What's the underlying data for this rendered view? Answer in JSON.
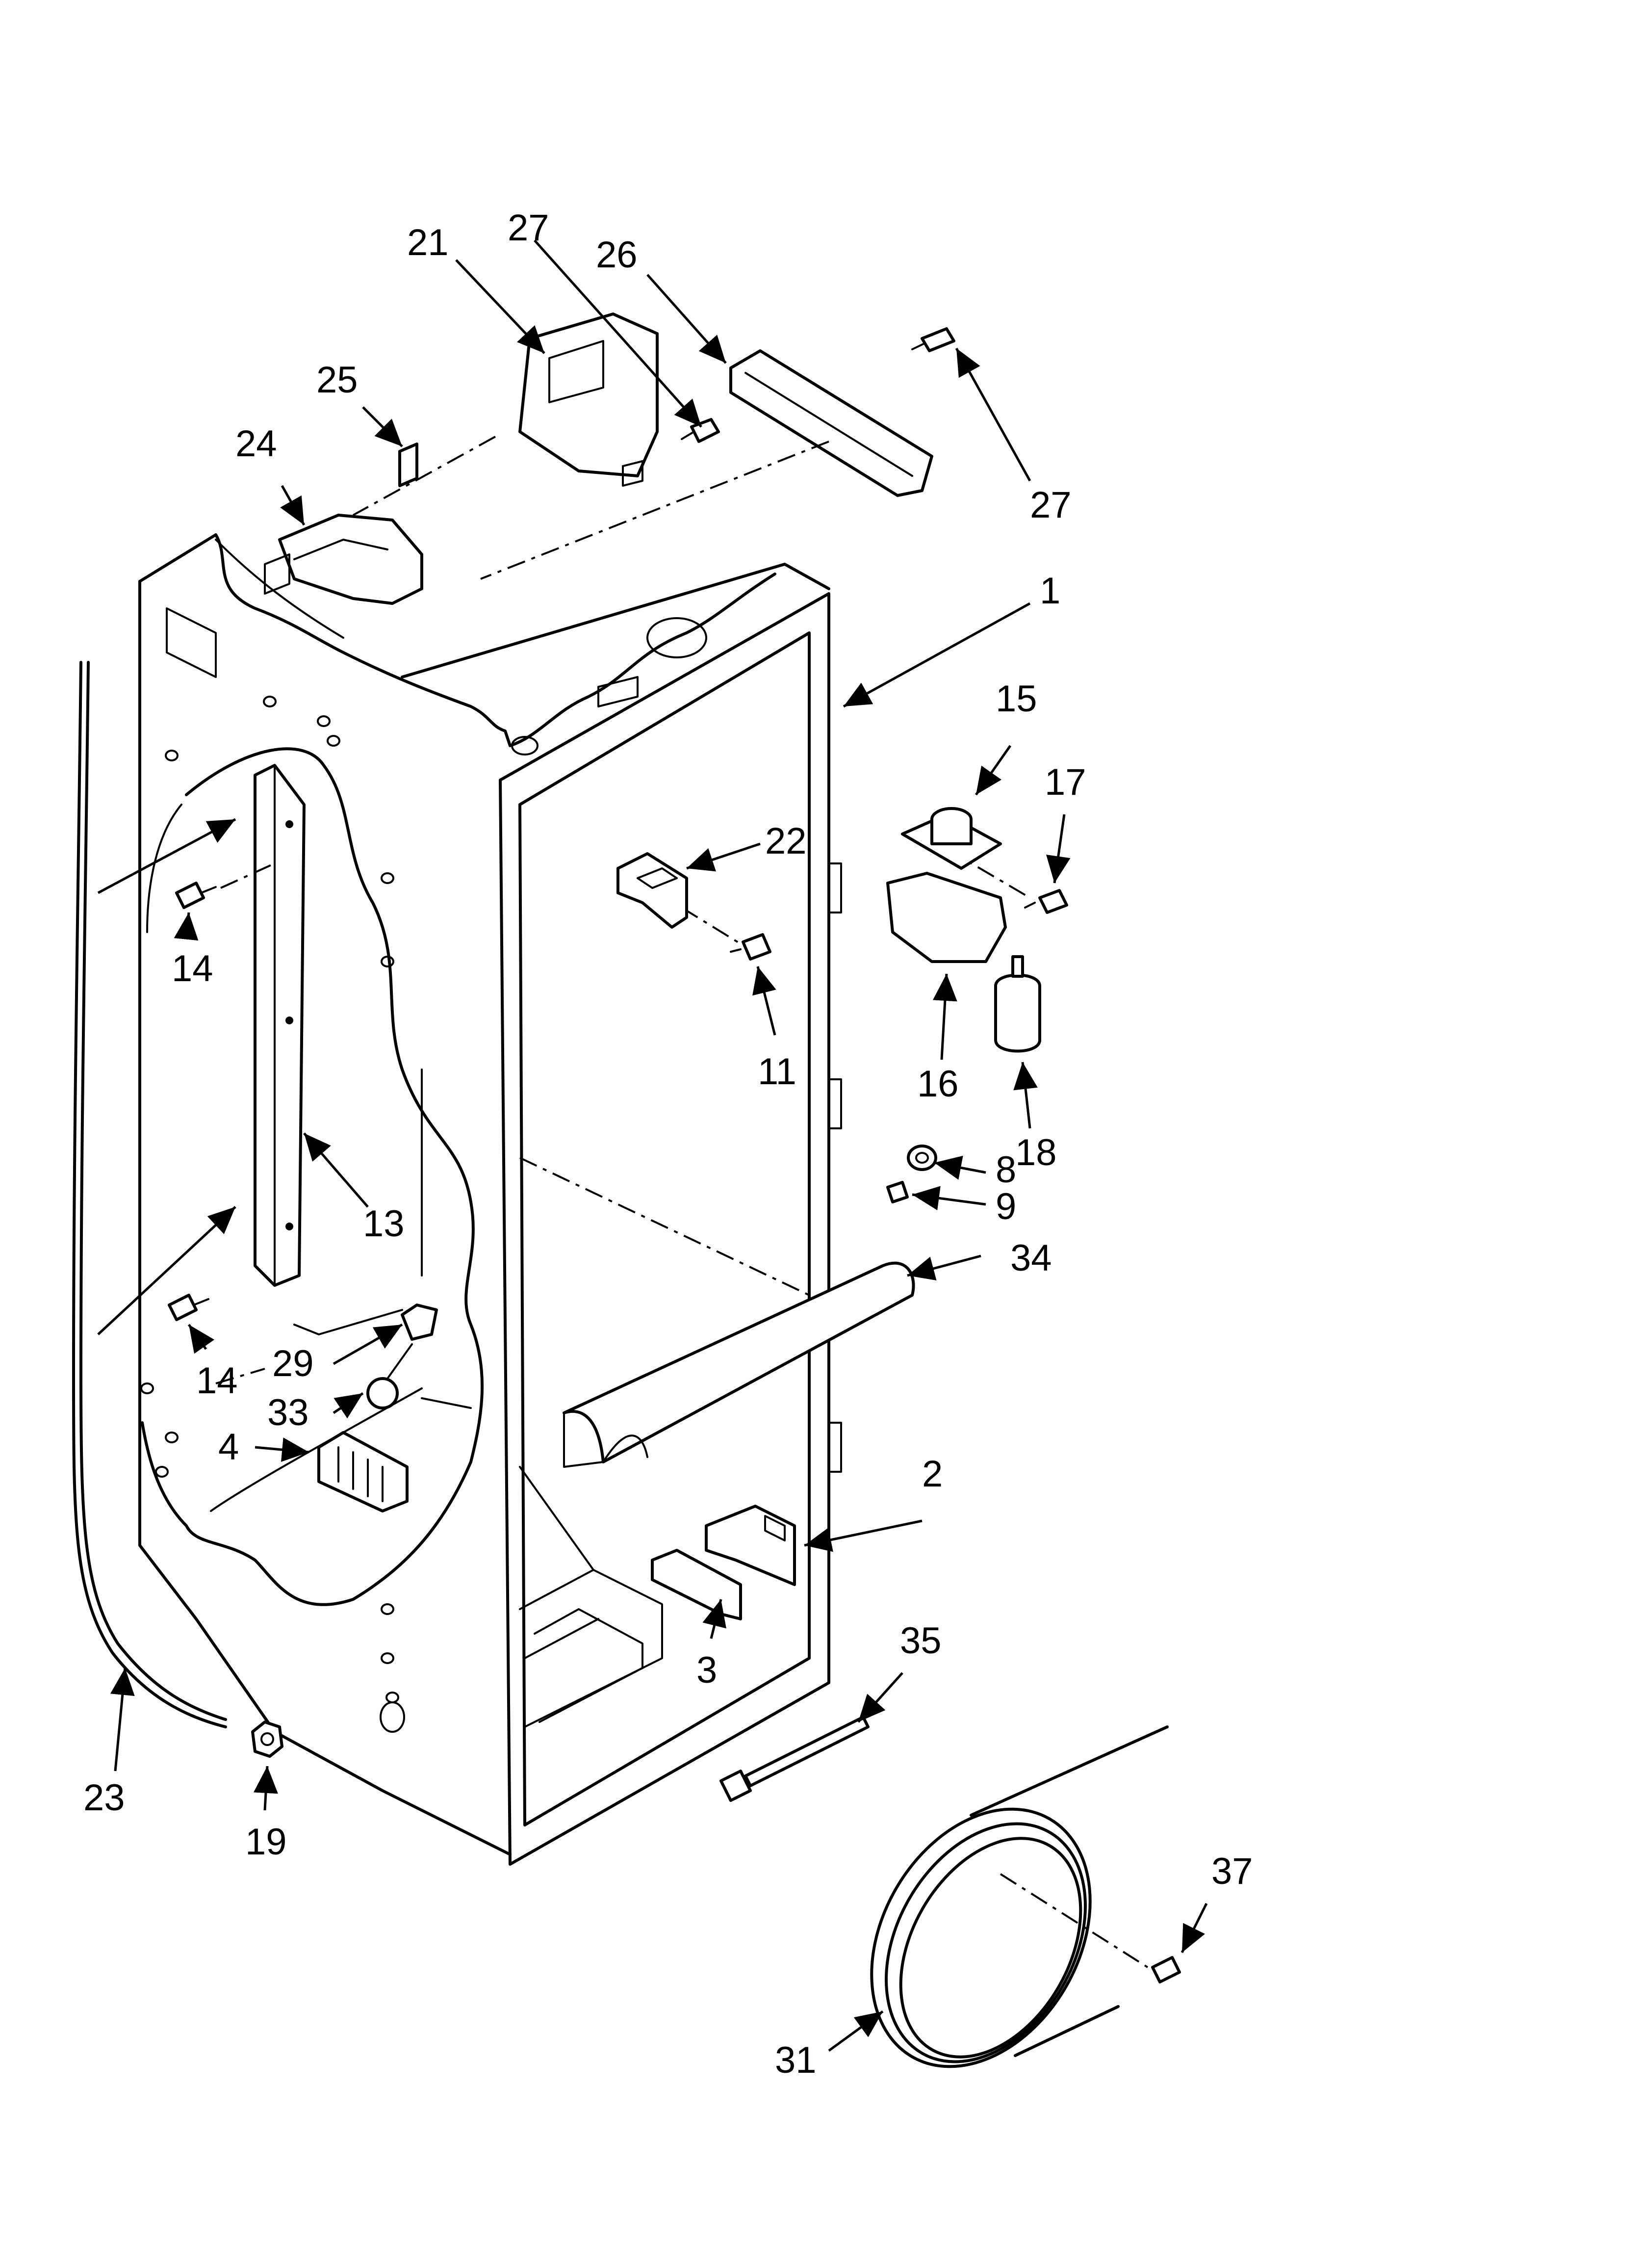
{
  "callouts": [
    {
      "id": "c1",
      "label": "1"
    },
    {
      "id": "c2",
      "label": "2"
    },
    {
      "id": "c3",
      "label": "3"
    },
    {
      "id": "c4",
      "label": "4"
    },
    {
      "id": "c8",
      "label": "8"
    },
    {
      "id": "c9",
      "label": "9"
    },
    {
      "id": "c11",
      "label": "11"
    },
    {
      "id": "c13",
      "label": "13"
    },
    {
      "id": "c14a",
      "label": "14"
    },
    {
      "id": "c14b",
      "label": "14"
    },
    {
      "id": "c15",
      "label": "15"
    },
    {
      "id": "c16",
      "label": "16"
    },
    {
      "id": "c17",
      "label": "17"
    },
    {
      "id": "c18",
      "label": "18"
    },
    {
      "id": "c19",
      "label": "19"
    },
    {
      "id": "c21",
      "label": "21"
    },
    {
      "id": "c22",
      "label": "22"
    },
    {
      "id": "c23",
      "label": "23"
    },
    {
      "id": "c24",
      "label": "24"
    },
    {
      "id": "c25",
      "label": "25"
    },
    {
      "id": "c26",
      "label": "26"
    },
    {
      "id": "c27a",
      "label": "27"
    },
    {
      "id": "c27b",
      "label": "27"
    },
    {
      "id": "c29",
      "label": "29"
    },
    {
      "id": "c31",
      "label": "31"
    },
    {
      "id": "c33",
      "label": "33"
    },
    {
      "id": "c34",
      "label": "34"
    },
    {
      "id": "c35",
      "label": "35"
    },
    {
      "id": "c37",
      "label": "37"
    }
  ]
}
